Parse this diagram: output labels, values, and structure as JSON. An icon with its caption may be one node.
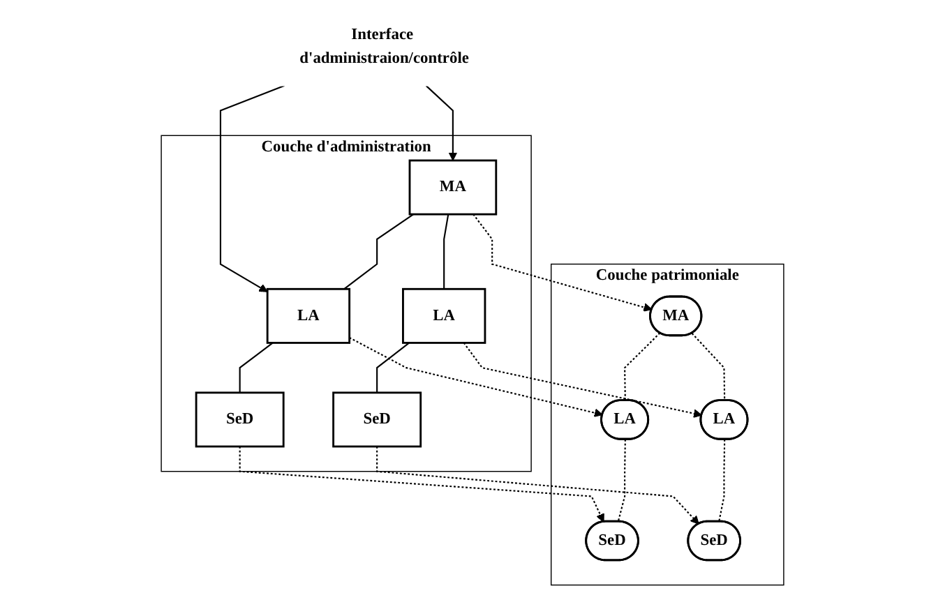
{
  "diagram": {
    "nodes": [
      {
        "text": [
          "Couche d'administration"
        ]
      },
      {
        "text": [
          "MA"
        ],
        "in": 0
      },
      {
        "text": [
          "LA"
        ],
        "in": 0
      },
      {
        "text": [
          "LA"
        ],
        "in": 0
      },
      {
        "text": [
          "SeD"
        ],
        "in": 0
      },
      {
        "text": [
          "SeD"
        ],
        "in": 0
      },
      {
        "text": [
          "Couche patrimoniale"
        ]
      },
      {
        "text": [
          "MA"
        ],
        "in": 6
      },
      {
        "text": [
          "LA"
        ],
        "in": 6
      },
      {
        "text": [
          "LA"
        ],
        "in": 6
      },
      {
        "text": [
          "SeD"
        ],
        "in": 6
      },
      {
        "text": [
          "SeD"
        ],
        "in": 6
      },
      {
        "text": [
          "Interface d'administraion/contrôle"
        ]
      }
    ],
    "edges": [
      {
        "from": 12,
        "to": 1,
        "arrow": "to"
      },
      {
        "from": 12,
        "to": 2,
        "arrow": "to"
      },
      {
        "from": 1,
        "to": 2,
        "arrow": "none"
      },
      {
        "from": 1,
        "to": 3,
        "arrow": "none"
      },
      {
        "from": 2,
        "to": 4,
        "arrow": "none"
      },
      {
        "from": 3,
        "to": 5,
        "arrow": "none"
      },
      {
        "from": 1,
        "to": 7,
        "arrow": "to",
        "style": "dashed"
      },
      {
        "from": 2,
        "to": 8,
        "arrow": "to",
        "style": "dashed"
      },
      {
        "from": 3,
        "to": 9,
        "arrow": "to",
        "style": "dashed"
      },
      {
        "from": 4,
        "to": 10,
        "arrow": "to",
        "style": "dashed"
      },
      {
        "from": 5,
        "to": 11,
        "arrow": "to",
        "style": "dashed"
      },
      {
        "from": 7,
        "to": 8,
        "arrow": "none",
        "style": "dashed"
      },
      {
        "from": 7,
        "to": 9,
        "arrow": "none",
        "style": "dashed"
      },
      {
        "from": 8,
        "to": 10,
        "arrow": "none",
        "style": "dashed"
      },
      {
        "from": 9,
        "to": 11,
        "arrow": "none",
        "style": "dashed"
      }
    ]
  }
}
